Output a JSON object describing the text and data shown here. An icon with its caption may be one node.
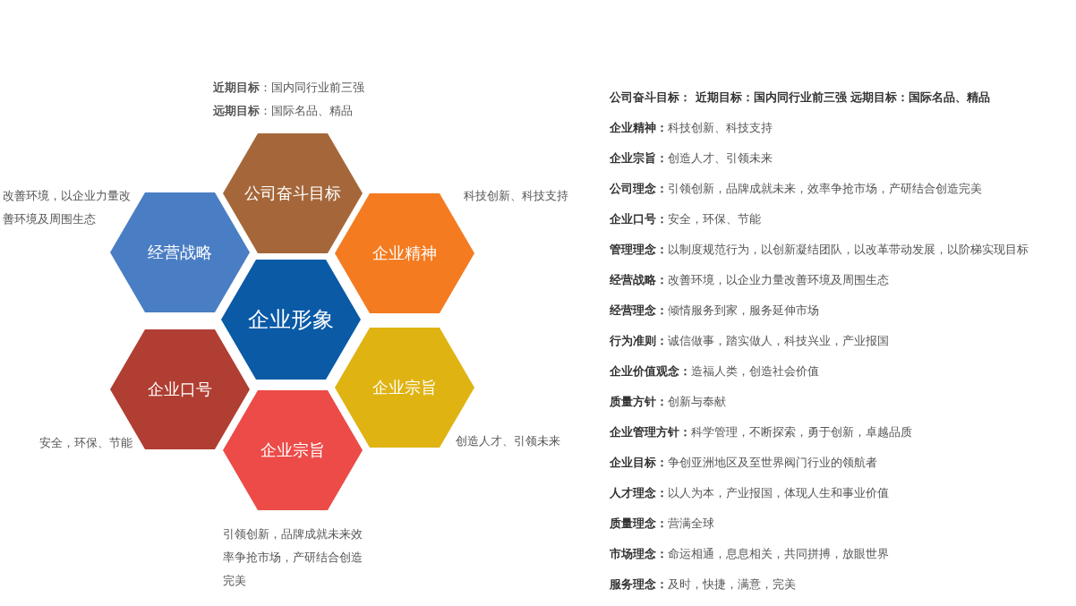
{
  "diagram": {
    "nodes": [
      {
        "text": [
          "公司奋斗目标"
        ],
        "beside": [
          "**近期目标**：国内同行业前三强",
          "**远期目标**：国际名品、精品"
        ]
      },
      {
        "text": [
          "经营战略"
        ],
        "beside": [
          "改善环境，以企业力量改善环境及周围生态"
        ]
      },
      {
        "text": [
          "企业精神"
        ],
        "beside": [
          "科技创新、科技支持"
        ]
      },
      {
        "text": [
          "企业形象"
        ]
      },
      {
        "text": [
          "企业口号"
        ],
        "beside": [
          "安全，环保、节能"
        ]
      },
      {
        "text": [
          "企业宗旨"
        ],
        "beside": [
          "创造人才、引领未来"
        ]
      },
      {
        "text": [
          "企业宗旨"
        ],
        "beside": [
          "引领创新，品牌成就未来效率争抢市场，产研结合创造完美"
        ]
      }
    ],
    "labels": [
      "公司奋斗目标： 近期目标：国内同行业前三强 远期目标：国际名品、精品",
      "**企业精神：**科技创新、科技支持",
      "**企业宗旨：**创造人才、引领未来",
      "**公司理念：**引领创新，品牌成就未来，效率争抢市场，产研结合创造完美",
      "**企业口号：**安全，环保、节能",
      "**管理理念：**以制度规范行为，以创新凝结团队，以改革带动发展，以阶梯实现目标",
      "**经营战略：**改善环境，以企业力量改善环境及周围生态",
      "**经营理念：**倾情服务到家，服务延伸市场",
      "**行为准则：**诚信做事，踏实做人，科技兴业，产业报国",
      "**企业价值观念：**造福人类，创造社会价值",
      "**质量方针：**创新与奉献",
      "**企业管理方针：**科学管理，不断探索，勇于创新，卓越品质",
      "**企业目标：**争创亚洲地区及至世界阀门行业的领航者",
      "**人才理念：**以人为本，产业报国，体现人生和事业价值",
      "**质量理念：**营满全球",
      "**市场理念：**命运相通，息息相关，共同拼搏，放眼世界",
      "**服务理念：**及时，快捷，满意，完美"
    ]
  }
}
